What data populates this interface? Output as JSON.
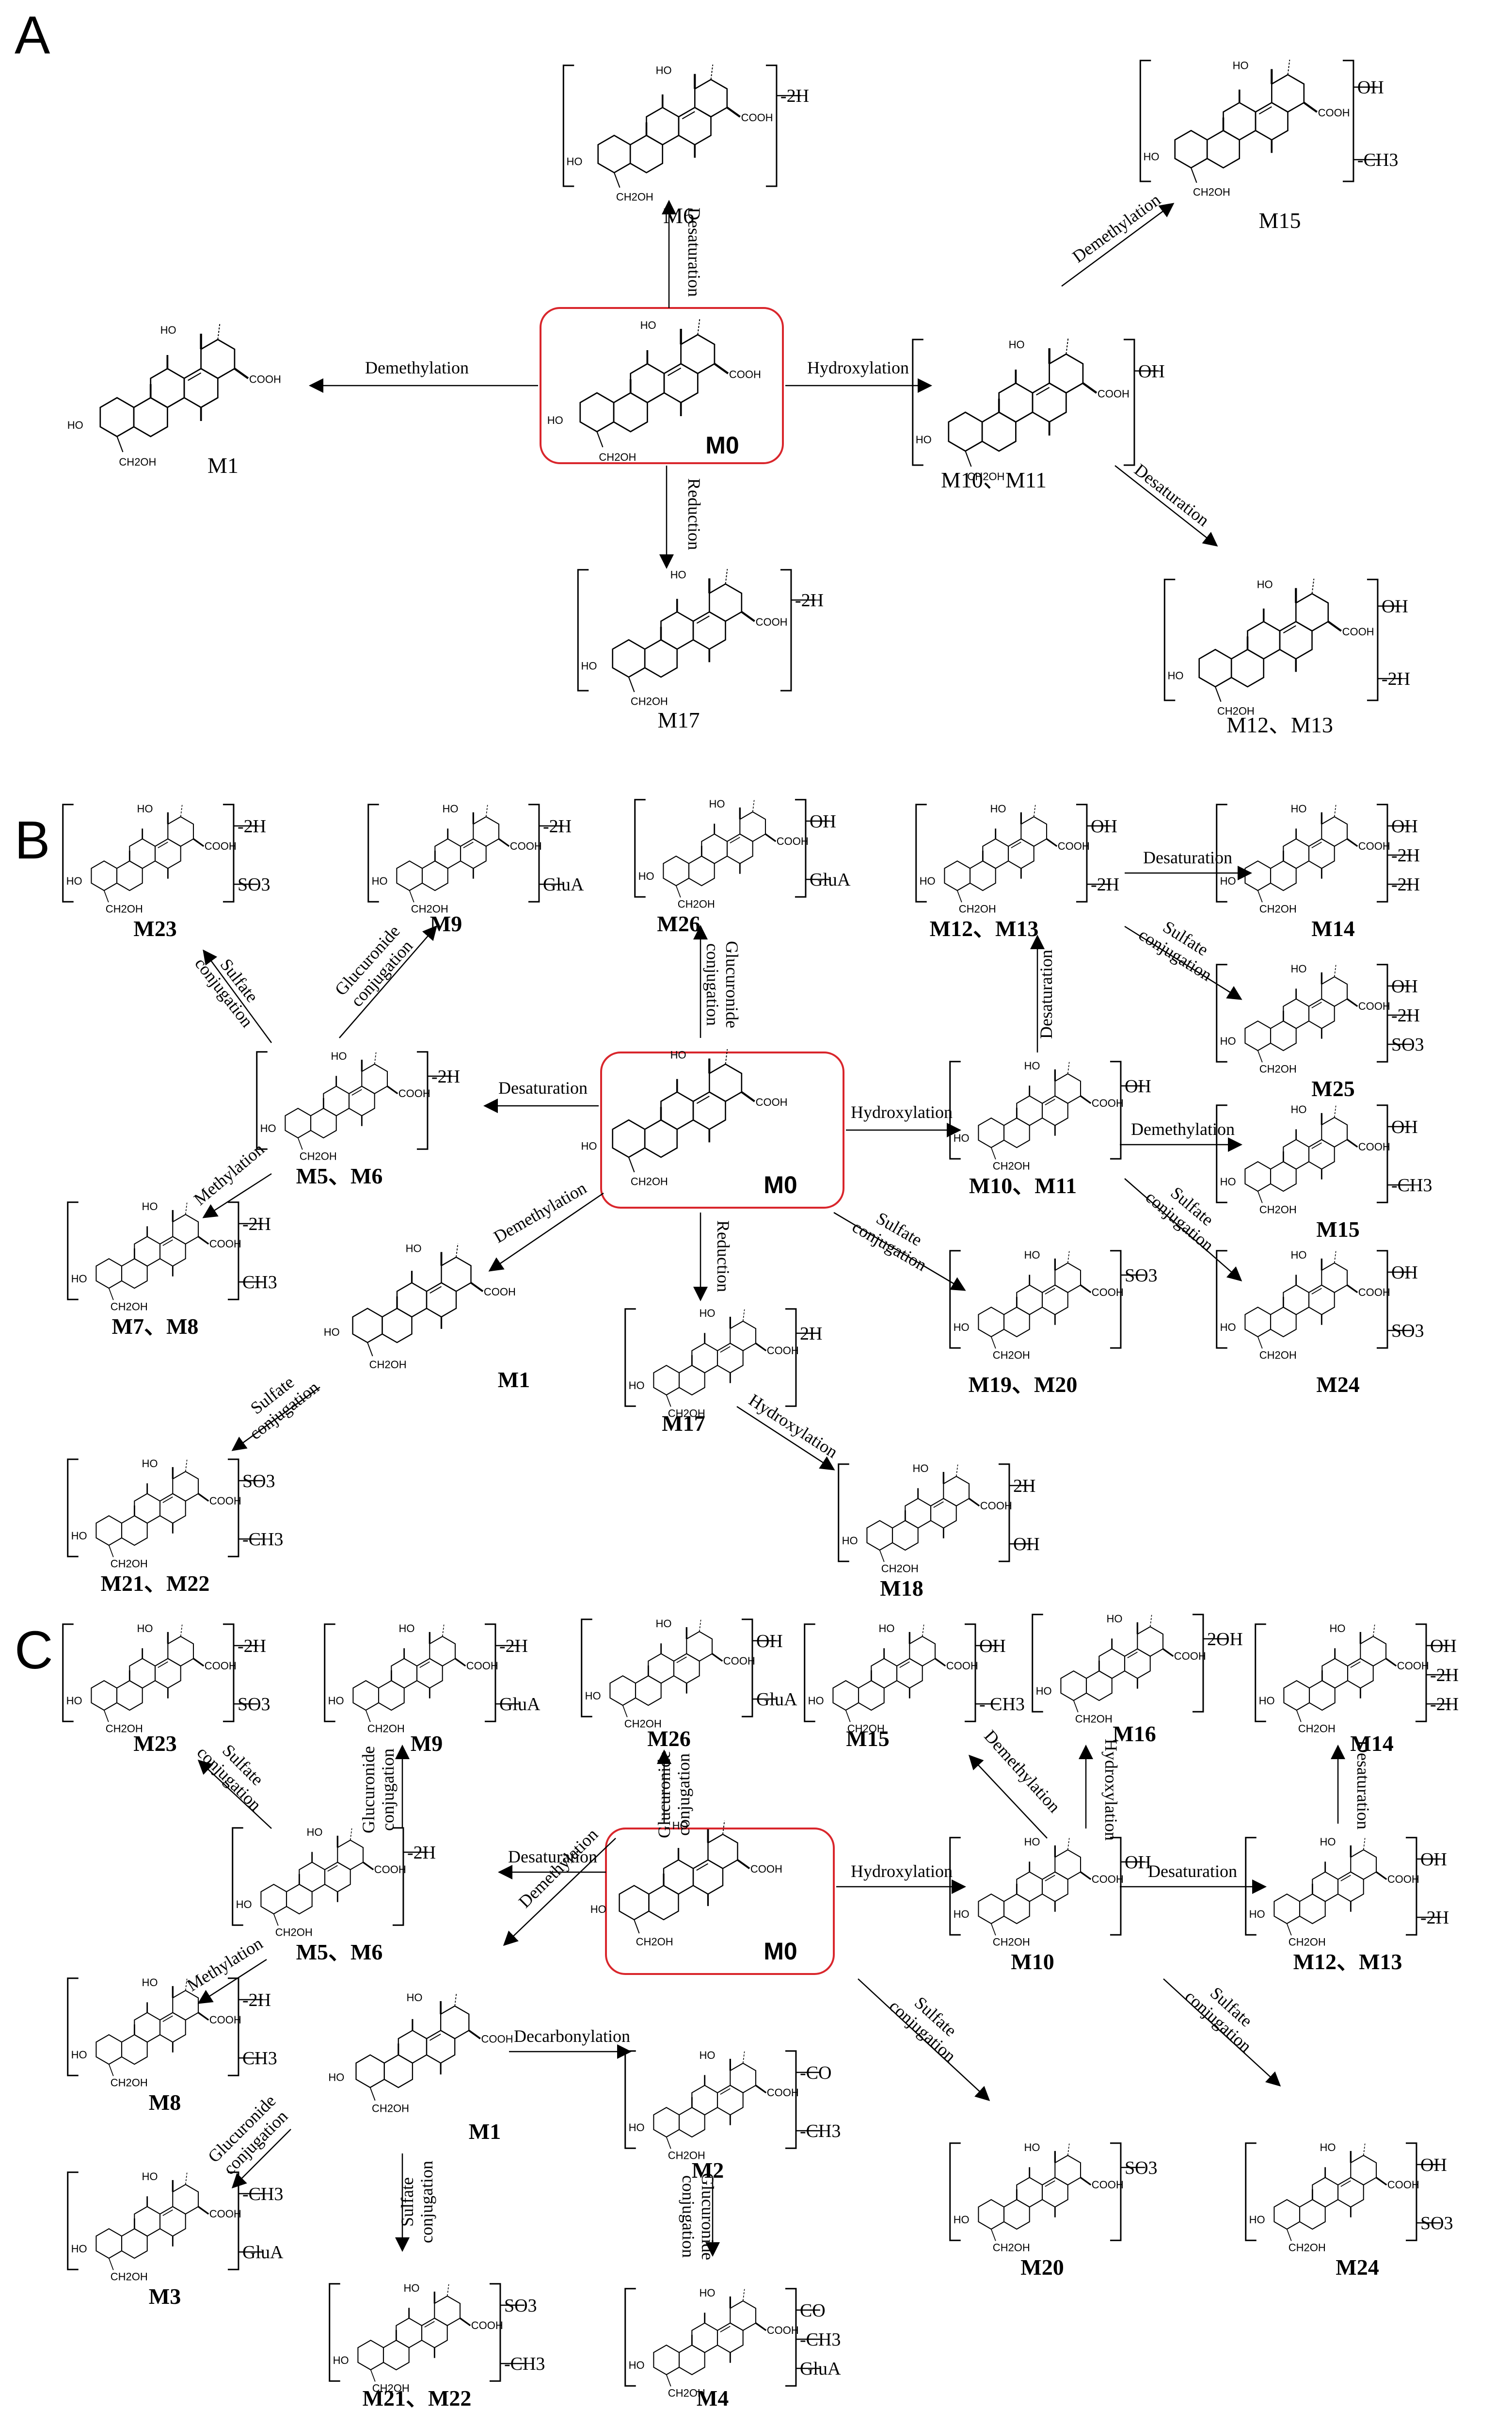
{
  "panels": [
    {
      "letter": "A",
      "center": {
        "label": "M0"
      },
      "molecules": [
        {
          "id": "M6",
          "label": "M6",
          "mods": [
            "-2H"
          ]
        },
        {
          "id": "M15",
          "label": "M15",
          "mods": [
            "OH",
            "-CH3"
          ]
        },
        {
          "id": "M1",
          "label": "M1",
          "mods": []
        },
        {
          "id": "M10",
          "label": "M10、M11",
          "mods": [
            "OH"
          ]
        },
        {
          "id": "M17",
          "label": "M17",
          "mods": [
            "-2H"
          ]
        },
        {
          "id": "M12",
          "label": "M12、M13",
          "mods": [
            "OH",
            "-2H"
          ]
        }
      ],
      "reactions": [
        "Desaturation",
        "Demethylation",
        "Hydroxylation",
        "Reduction",
        "Demethylation",
        "Desaturation"
      ]
    },
    {
      "letter": "B",
      "center": {
        "label": "M0"
      },
      "molecules": [
        {
          "id": "M23",
          "label": "M23",
          "mods": [
            "-2H",
            "SO3"
          ]
        },
        {
          "id": "M9",
          "label": "M9",
          "mods": [
            "-2H",
            "GluA"
          ]
        },
        {
          "id": "M26",
          "label": "M26",
          "mods": [
            "OH",
            "GluA"
          ]
        },
        {
          "id": "M12",
          "label": "M12、M13",
          "mods": [
            "OH",
            "-2H"
          ]
        },
        {
          "id": "M14",
          "label": "M14",
          "mods": [
            "OH",
            "-2H",
            "-2H"
          ]
        },
        {
          "id": "M25",
          "label": "M25",
          "mods": [
            "OH",
            "-2H",
            "SO3"
          ]
        },
        {
          "id": "M5",
          "label": "M5、M6",
          "mods": [
            "-2H"
          ]
        },
        {
          "id": "M10",
          "label": "M10、M11",
          "mods": [
            "OH"
          ]
        },
        {
          "id": "M15",
          "label": "M15",
          "mods": [
            "OH",
            "-CH3"
          ]
        },
        {
          "id": "M7",
          "label": "M7、M8",
          "mods": [
            "-2H",
            "CH3"
          ]
        },
        {
          "id": "M1",
          "label": "M1",
          "mods": []
        },
        {
          "id": "M17",
          "label": "M17",
          "mods": [
            "2H"
          ]
        },
        {
          "id": "M19",
          "label": "M19、M20",
          "mods": [
            "SO3"
          ]
        },
        {
          "id": "M24",
          "label": "M24",
          "mods": [
            "OH",
            "SO3"
          ]
        },
        {
          "id": "M21",
          "label": "M21、M22",
          "mods": [
            "SO3",
            "-CH3"
          ]
        },
        {
          "id": "M18",
          "label": "M18",
          "mods": [
            "2H",
            "OH"
          ]
        }
      ],
      "reactions": [
        "Sulfate conjugation",
        "Glucuronide conjugation",
        "Glucuronide conjugation",
        "Desaturation",
        "Desaturation",
        "Sulfate conjugation",
        "Desaturation",
        "Hydroxylation",
        "Demethylation",
        "Sulfate conjugation",
        "Methylation",
        "Demethylation",
        "Reduction",
        "Sulfate conjugation",
        "Sulfate conjugation",
        "Hydroxylation"
      ]
    },
    {
      "letter": "C",
      "center": {
        "label": "M0"
      },
      "molecules": [
        {
          "id": "M23",
          "label": "M23",
          "mods": [
            "-2H",
            "SO3"
          ]
        },
        {
          "id": "M9",
          "label": "M9",
          "mods": [
            "-2H",
            "GluA"
          ]
        },
        {
          "id": "M26",
          "label": "M26",
          "mods": [
            "OH",
            "GluA"
          ]
        },
        {
          "id": "M15",
          "label": "M15",
          "mods": [
            "OH",
            "- CH3"
          ]
        },
        {
          "id": "M16",
          "label": "M16",
          "mods": [
            "2OH"
          ]
        },
        {
          "id": "M14",
          "label": "M14",
          "mods": [
            "OH",
            "-2H",
            "-2H"
          ]
        },
        {
          "id": "M5",
          "label": "M5、M6",
          "mods": [
            "-2H"
          ]
        },
        {
          "id": "M10",
          "label": "M10",
          "mods": [
            "OH"
          ]
        },
        {
          "id": "M12",
          "label": "M12、M13",
          "mods": [
            "OH",
            "-2H"
          ]
        },
        {
          "id": "M8",
          "label": "M8",
          "mods": [
            "-2H",
            "CH3"
          ]
        },
        {
          "id": "M1",
          "label": "M1",
          "mods": []
        },
        {
          "id": "M2",
          "label": "M2",
          "mods": [
            "-CO",
            "-CH3"
          ]
        },
        {
          "id": "M20",
          "label": "M20",
          "mods": [
            "SO3"
          ]
        },
        {
          "id": "M24",
          "label": "M24",
          "mods": [
            "OH",
            "SO3"
          ]
        },
        {
          "id": "M3",
          "label": "M3",
          "mods": [
            "-CH3",
            "GluA"
          ]
        },
        {
          "id": "M21",
          "label": "M21、M22",
          "mods": [
            "SO3",
            "-CH3"
          ]
        },
        {
          "id": "M4",
          "label": "M4",
          "mods": [
            "CO",
            "-CH3",
            "GluA"
          ]
        }
      ],
      "reactions": [
        "Sulfate conjugation",
        "Glucuronide conjugation",
        "Glucuronide conjugation",
        "Desaturation",
        "Demethylation",
        "Hydroxylation",
        "Desaturation",
        "Demethylation",
        "Hydroxylation",
        "Desaturation",
        "Sulfate conjugation",
        "Sulfate conjugation",
        "Methylation",
        "Decarbonylation",
        "Glucuronide conjugation",
        "Sulfate conjugation",
        "Glucuronide conjugation"
      ]
    }
  ],
  "atoms": {
    "ho": "HO",
    "ch2oh": "CH2OH",
    "cooh": "COOH"
  }
}
